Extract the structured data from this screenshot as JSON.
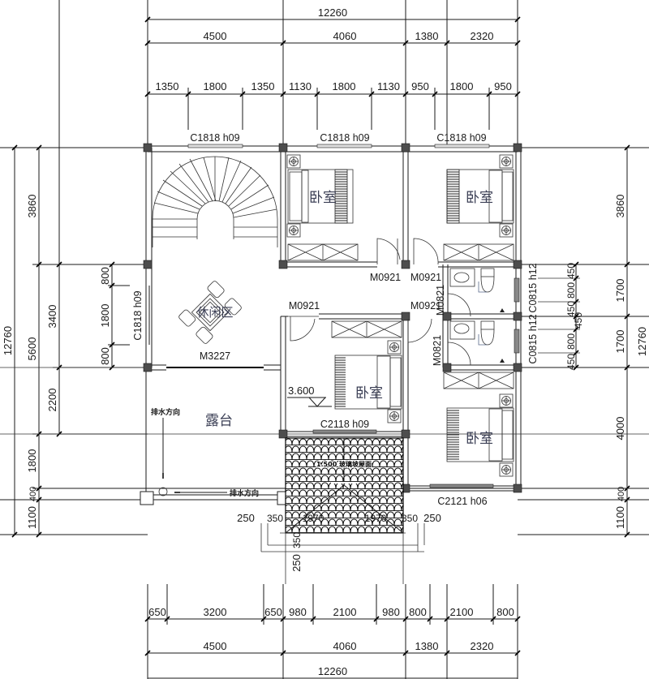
{
  "dimensions": {
    "top": {
      "total": "12260",
      "axes": [
        "4500",
        "4060",
        "1380",
        "2320"
      ],
      "openings": [
        "1350",
        "1800",
        "1350",
        "1130",
        "1800",
        "1130",
        "950",
        "1800",
        "950"
      ]
    },
    "bottom": {
      "openings": [
        "650",
        "3200",
        "650",
        "980",
        "2100",
        "980",
        "800",
        "2100",
        "800"
      ],
      "axes": [
        "4500",
        "4060",
        "1380",
        "2320"
      ],
      "total": "12260"
    },
    "left": {
      "total": "12760",
      "axes": [
        "3860",
        "5600",
        "1800",
        "400",
        "1100"
      ],
      "sub": [
        "3400",
        "2200"
      ],
      "window": [
        "800",
        "1800",
        "800"
      ],
      "window_label": "C1818 h09"
    },
    "right": {
      "total": "12760",
      "axes": [
        "3860",
        "1700",
        "1700",
        "4000",
        "400",
        "1100"
      ],
      "window_upper": [
        "450",
        "800",
        "450"
      ],
      "window_lower": [
        "450",
        "800",
        "450"
      ],
      "window_label_upper": "C0815 h12",
      "window_label_lower": "C0815 h12"
    },
    "porch": {
      "horizontal": [
        "250",
        "350",
        "1970",
        "1970",
        "350",
        "250"
      ],
      "vertical": [
        "350",
        "250"
      ]
    }
  },
  "windows": {
    "w1": "C1818 h09",
    "w2": "C1818 h09",
    "w3": "C1818 h09",
    "w4": "C2118 h09",
    "w5": "C2121 h06"
  },
  "doors": {
    "d1": "M0921",
    "d2": "M0921",
    "d3": "M0921",
    "d4": "M0921",
    "d5": "M3227",
    "d6": "M0821",
    "d7": "M0821"
  },
  "rooms": {
    "bedroom1": "卧室",
    "bedroom2": "卧室",
    "bedroom3": "卧室",
    "bedroom4": "卧室",
    "leisure": "休闲区",
    "terrace": "露台"
  },
  "annotations": {
    "elevation": "3.600",
    "drain1": "排水方向",
    "drain2": "排水方向",
    "roof_note": "1.500 玻璃坡屋面"
  }
}
